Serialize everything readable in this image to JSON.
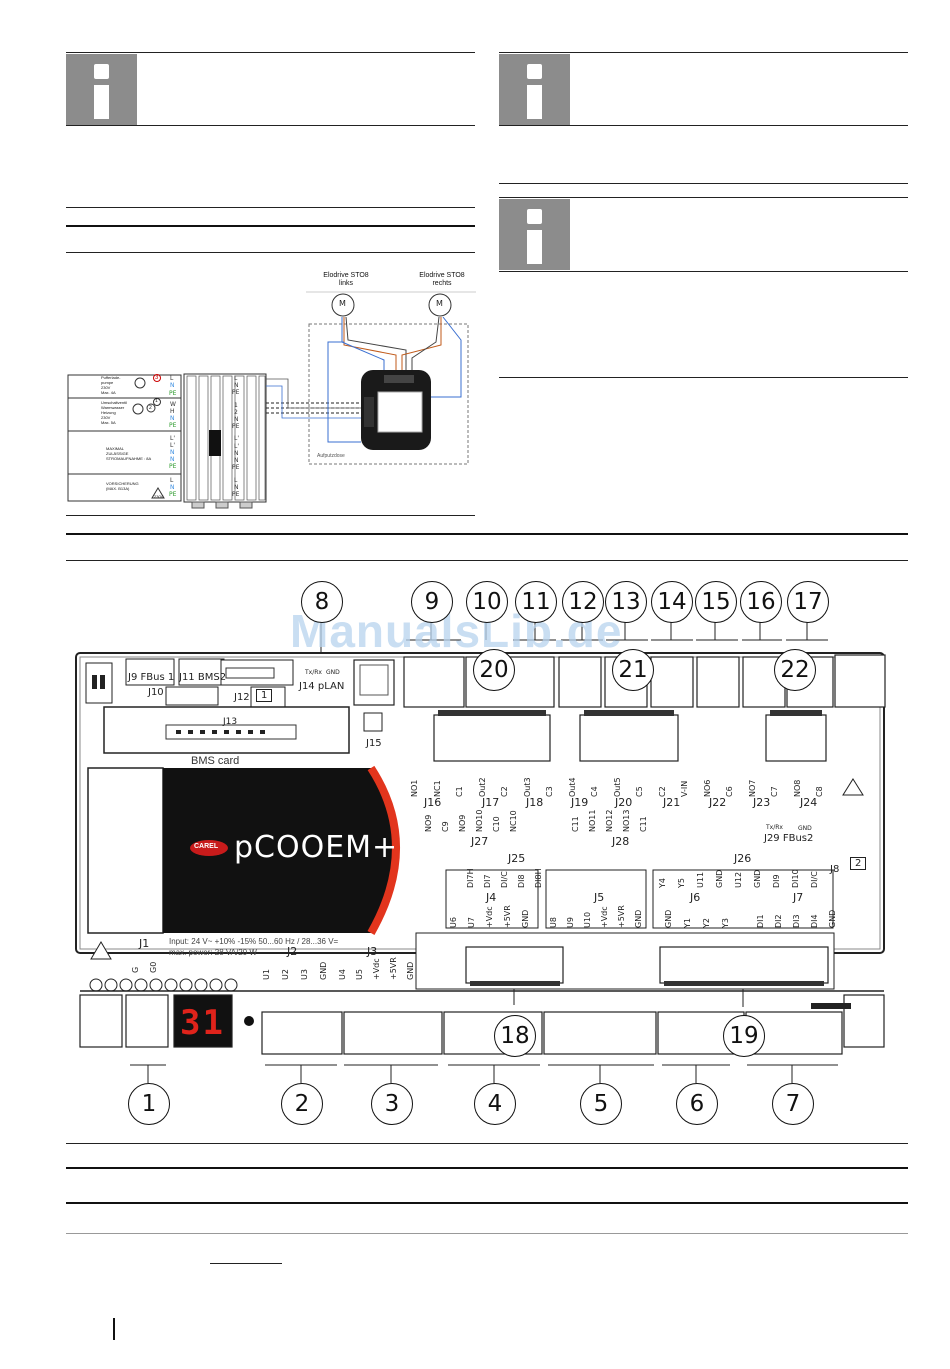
{
  "watermark": "ManualsLib.de",
  "wiring": {
    "motor_left": "Elodrive STO8\nlinks",
    "motor_right": "Elodrive STO8\nrechts",
    "motor_symbol": "M",
    "box_caption": "Aufputzdose",
    "legend": {
      "pump": "Pufferlade-\npumpe\n230V\nMax. 4A",
      "valve": "Umschaltventil\nWarmwasser\nHeizung\n230V\nMax. 5A",
      "max_current": "MAXIMAL\nZULÄSSIGE\nSTROMAUFNAHME : 8A",
      "fuse": "VORSICHERUNG\n(MAX. B13A)",
      "footer": "230V",
      "marker_3": "3",
      "marker_1": "1",
      "marker_2": "2"
    }
  },
  "board": {
    "brand": "CAREL",
    "product": "pCOOEM+",
    "display": "31",
    "bms_card": "BMS card",
    "input_spec": "Input: 24 V~ +10% -15% 50...60 Hz / 28...36 V=",
    "power_spec": "max. power: 28 VA/20 W",
    "connectors": {
      "J9": "J9 FBus 1",
      "J11": "J11 BMS2",
      "J10": "J10",
      "J12": "J12",
      "J13": "J13",
      "J14": "J14 pLAN",
      "J15": "J15",
      "J16": "J16",
      "J17": "J17",
      "J18": "J18",
      "J19": "J19",
      "J20": "J20",
      "J21": "J21",
      "J22": "J22",
      "J23": "J23",
      "J24": "J24",
      "J25": "J25",
      "J26": "J26",
      "J27": "J27",
      "J28": "J28",
      "J29": "J29 FBus2",
      "J1": "J1",
      "J2": "J2",
      "J3": "J3",
      "J4": "J4",
      "J5": "J5",
      "J6": "J6",
      "J7": "J7",
      "J8": "J8"
    },
    "top_pins": [
      "NO1",
      "NC1",
      "C1",
      "Out2",
      "C2",
      "Out3",
      "C3",
      "Out4",
      "C4",
      "Out5",
      "C5",
      "C2",
      "V-IN",
      "NO6",
      "C6",
      "NO7",
      "C7",
      "NO8",
      "C8"
    ],
    "mid_pins_a": [
      "NO9",
      "C9",
      "NO9",
      "NO10",
      "C10",
      "NC10"
    ],
    "mid_pins_b": [
      "C11",
      "NO11",
      "NO12",
      "NO13",
      "C11"
    ],
    "j25_pins": [
      "DI7H",
      "DI7",
      "DI/C",
      "DI8",
      "DI8H"
    ],
    "j26_pins": [
      "Y4",
      "Y5",
      "U11",
      "GND",
      "U12",
      "GND",
      "DI9",
      "DI10",
      "DI/C"
    ],
    "j4_pins": [
      "U6",
      "U7",
      "+Vdc",
      "+5VR",
      "GND"
    ],
    "j5_pins": [
      "U8",
      "U9",
      "U10",
      "+Vdc",
      "+5VR",
      "GND"
    ],
    "j6_pins": [
      "GND",
      "Y1",
      "Y2",
      "Y3"
    ],
    "j7_pins": [
      "DI1",
      "DI2",
      "DI3",
      "DI4",
      "GND"
    ],
    "j1_pins": [
      "G",
      "G0"
    ],
    "j2_pins": [
      "U1",
      "U2",
      "U3",
      "GND"
    ],
    "j3_pins": [
      "U4",
      "U5",
      "+Vdc",
      "+5VR",
      "GND"
    ],
    "j14_pins": [
      "Tx/Rx",
      "GND"
    ],
    "j29_pins": [
      "Tx/Rx",
      "GND"
    ],
    "j12_symbol": "1",
    "j8_symbol": "2"
  },
  "callouts": {
    "top": [
      "8",
      "9",
      "10",
      "11",
      "12",
      "13",
      "14",
      "15",
      "16",
      "17"
    ],
    "inner": [
      "20",
      "21",
      "22"
    ],
    "board": [
      "18",
      "19"
    ],
    "bottom": [
      "1",
      "2",
      "3",
      "4",
      "5",
      "6",
      "7"
    ]
  }
}
